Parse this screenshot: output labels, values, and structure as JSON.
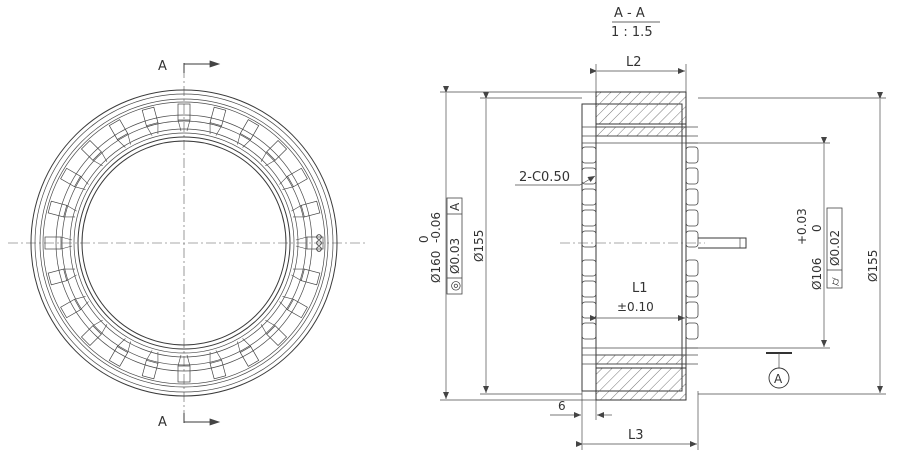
{
  "front_view": {
    "section_label_top": "A",
    "section_label_bottom": "A"
  },
  "section_view": {
    "title": "A - A",
    "scale": "1 : 1.5",
    "labels": {
      "l1": "L1",
      "l1_tol": "±0.10",
      "l2": "L2",
      "l3": "L3",
      "chamfer": "2-C0.50",
      "dim_6": "6",
      "datum_letter": "A"
    },
    "dims": {
      "outer_diameter": "Ø160",
      "outer_tol_upper": "0",
      "outer_tol_lower": "-0.06",
      "concentricity_symbol": "◎",
      "concentricity_value": "Ø0.03",
      "concentricity_datum": "A",
      "d155_left": "Ø155",
      "inner_diameter": "Ø106",
      "inner_tol_upper": "+0.03",
      "inner_tol_lower": "0",
      "cylindricity_symbol": "⌭",
      "cylindricity_value": "Ø0.02",
      "d155_right": "Ø155"
    },
    "colors": {
      "l1": "#2aa84a",
      "l2": "#cc3a2a",
      "l3": "#1f6fb5"
    }
  }
}
